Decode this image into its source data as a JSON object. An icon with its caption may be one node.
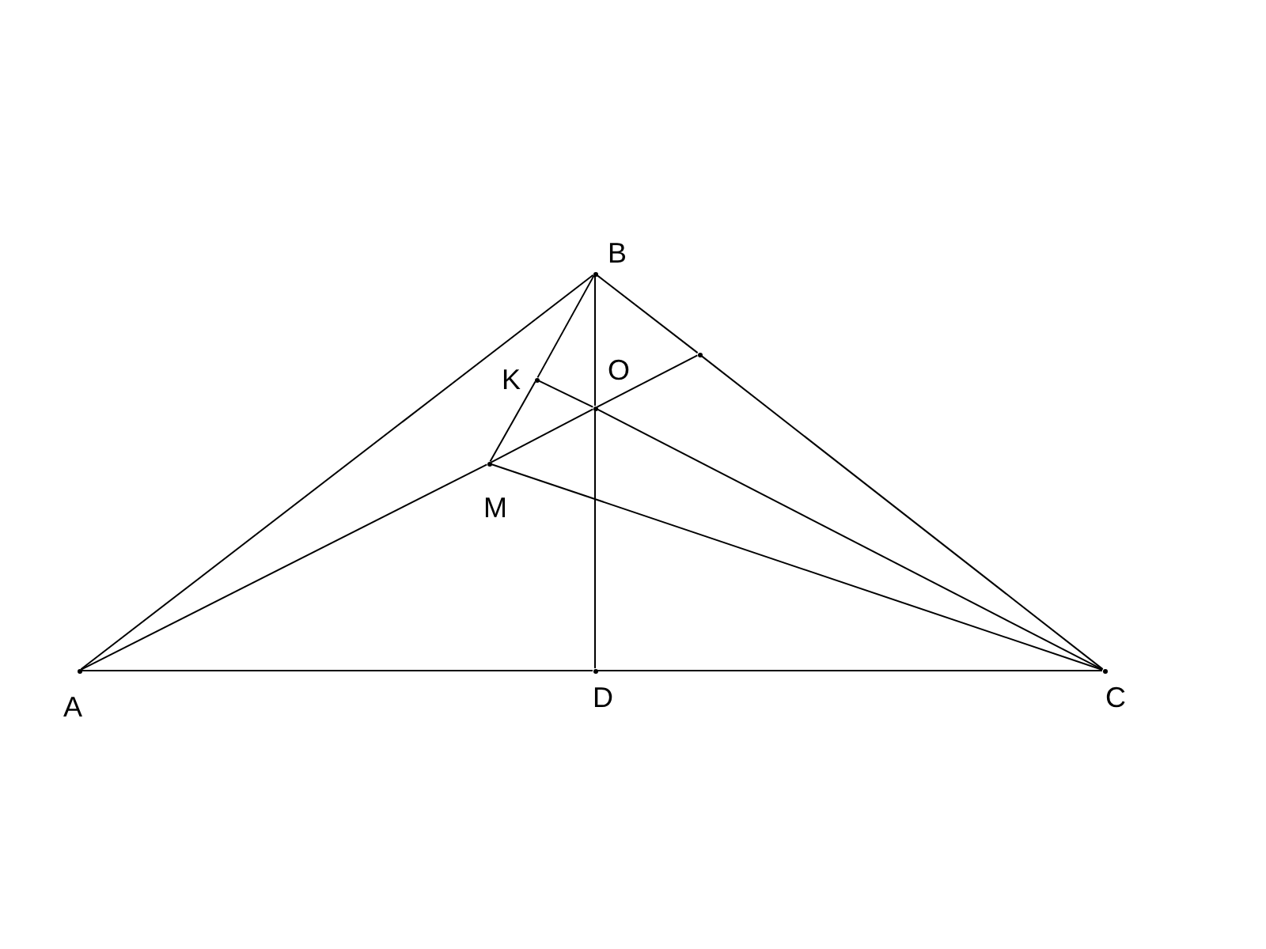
{
  "diagram": {
    "nodes": [
      {
        "text": [],
        "shape": "point",
        "beside": [
          "A"
        ]
      },
      {
        "text": [],
        "shape": "point",
        "beside": [
          "B"
        ]
      },
      {
        "text": [],
        "shape": "point",
        "beside": [
          "C"
        ]
      },
      {
        "text": [],
        "shape": "point",
        "beside": [
          "D"
        ]
      },
      {
        "text": [],
        "shape": "point",
        "beside": [
          "K"
        ]
      },
      {
        "text": [],
        "shape": "point",
        "beside": [
          "O"
        ]
      },
      {
        "text": [],
        "shape": "point",
        "beside": [
          "M"
        ]
      },
      {
        "text": [],
        "shape": "point"
      }
    ],
    "edges": [
      {
        "from": 0,
        "to": 1,
        "arrow": "none"
      },
      {
        "from": 1,
        "to": 7,
        "arrow": "none"
      },
      {
        "from": 7,
        "to": 2,
        "arrow": "none"
      },
      {
        "from": 0,
        "to": 3,
        "arrow": "none"
      },
      {
        "from": 3,
        "to": 2,
        "arrow": "none"
      },
      {
        "from": 1,
        "to": 5,
        "arrow": "none"
      },
      {
        "from": 5,
        "to": 3,
        "arrow": "none"
      },
      {
        "from": 1,
        "to": 4,
        "arrow": "none"
      },
      {
        "from": 4,
        "to": 6,
        "arrow": "none"
      },
      {
        "from": 0,
        "to": 6,
        "arrow": "none"
      },
      {
        "from": 6,
        "to": 5,
        "arrow": "none"
      },
      {
        "from": 5,
        "to": 7,
        "arrow": "none"
      },
      {
        "from": 4,
        "to": 5,
        "arrow": "none"
      },
      {
        "from": 5,
        "to": 2,
        "arrow": "none"
      },
      {
        "from": 6,
        "to": 2,
        "arrow": "none"
      }
    ]
  }
}
